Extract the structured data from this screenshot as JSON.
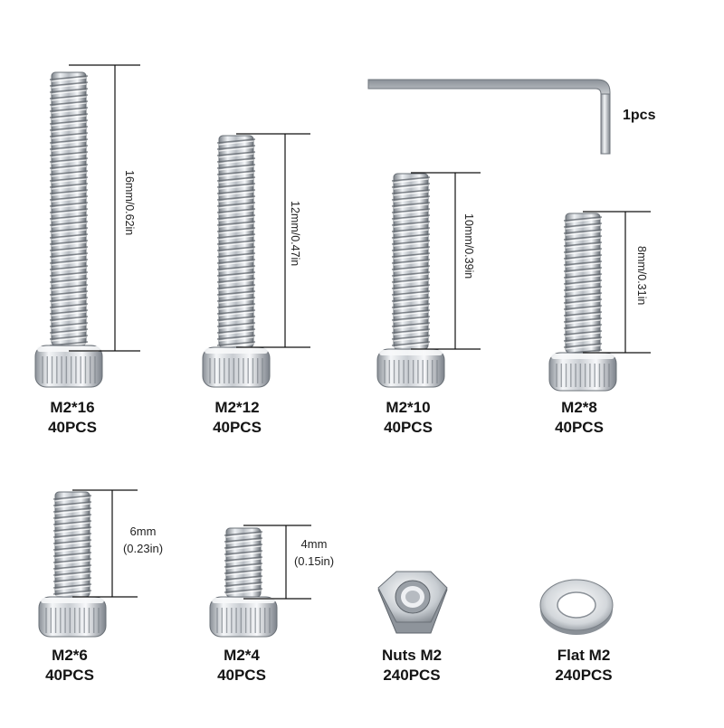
{
  "colors": {
    "steel_light": "#f2f4f6",
    "steel_mid": "#b9bec4",
    "steel_dark": "#6f757c",
    "dimension_line": "#111111"
  },
  "hex_key": {
    "qty": "1pcs"
  },
  "screws": [
    {
      "id": "m2-16",
      "size": "M2*16",
      "qty": "40PCS",
      "dimension": "16mm/0.62in"
    },
    {
      "id": "m2-12",
      "size": "M2*12",
      "qty": "40PCS",
      "dimension": "12mm/0.47in"
    },
    {
      "id": "m2-10",
      "size": "M2*10",
      "qty": "40PCS",
      "dimension": "10mm/0.39in"
    },
    {
      "id": "m2-8",
      "size": "M2*8",
      "qty": "40PCS",
      "dimension": "8mm/0.31in"
    },
    {
      "id": "m2-6",
      "size": "M2*6",
      "qty": "40PCS",
      "dimension_mm": "6mm",
      "dimension_in": "(0.23in)"
    },
    {
      "id": "m2-4",
      "size": "M2*4",
      "qty": "40PCS",
      "dimension_mm": "4mm",
      "dimension_in": "(0.15in)"
    }
  ],
  "nut": {
    "name": "Nuts M2",
    "qty": "240PCS"
  },
  "washer": {
    "name": "Flat M2",
    "qty": "240PCS"
  }
}
